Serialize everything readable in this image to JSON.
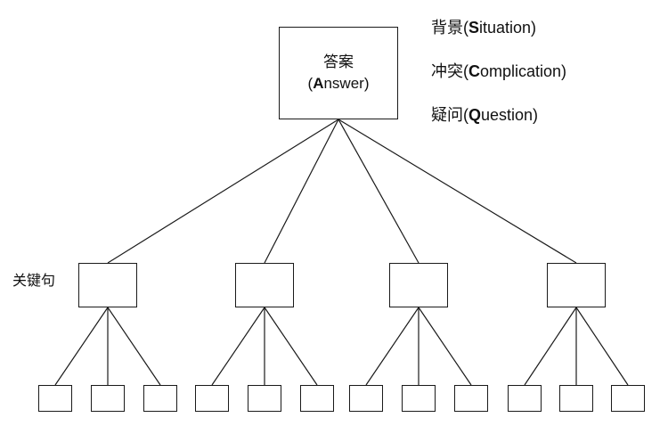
{
  "diagram": {
    "root": {
      "title": "答案",
      "subtitle": {
        "pre": "(",
        "bold": "A",
        "post": "nswer)"
      }
    },
    "legend": {
      "situation": {
        "pre": "背景(",
        "bold": "S",
        "post": "ituation)"
      },
      "complication": {
        "pre": "冲突(",
        "bold": "C",
        "post": "omplication)"
      },
      "question": {
        "pre": "疑问(",
        "bold": "Q",
        "post": "uestion)"
      }
    },
    "key_label": "关键句"
  }
}
